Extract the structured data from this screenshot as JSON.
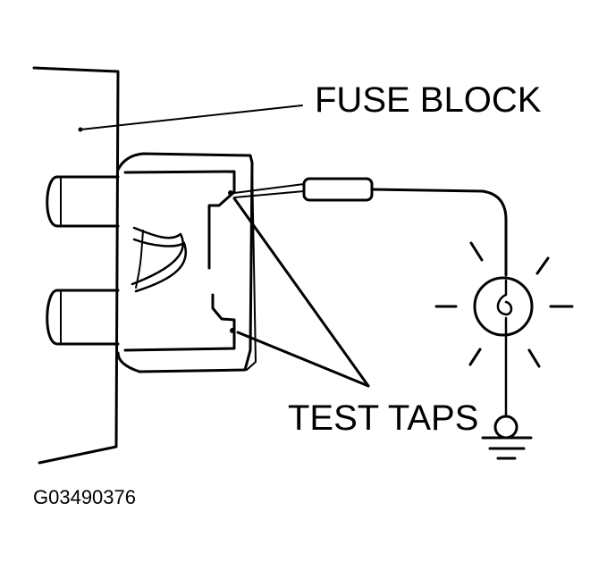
{
  "labels": {
    "fuse_block": "FUSE BLOCK",
    "test_taps": "TEST TAPS",
    "figure_code": "G03490376"
  },
  "colors": {
    "line": "#000000",
    "background": "#ffffff"
  }
}
